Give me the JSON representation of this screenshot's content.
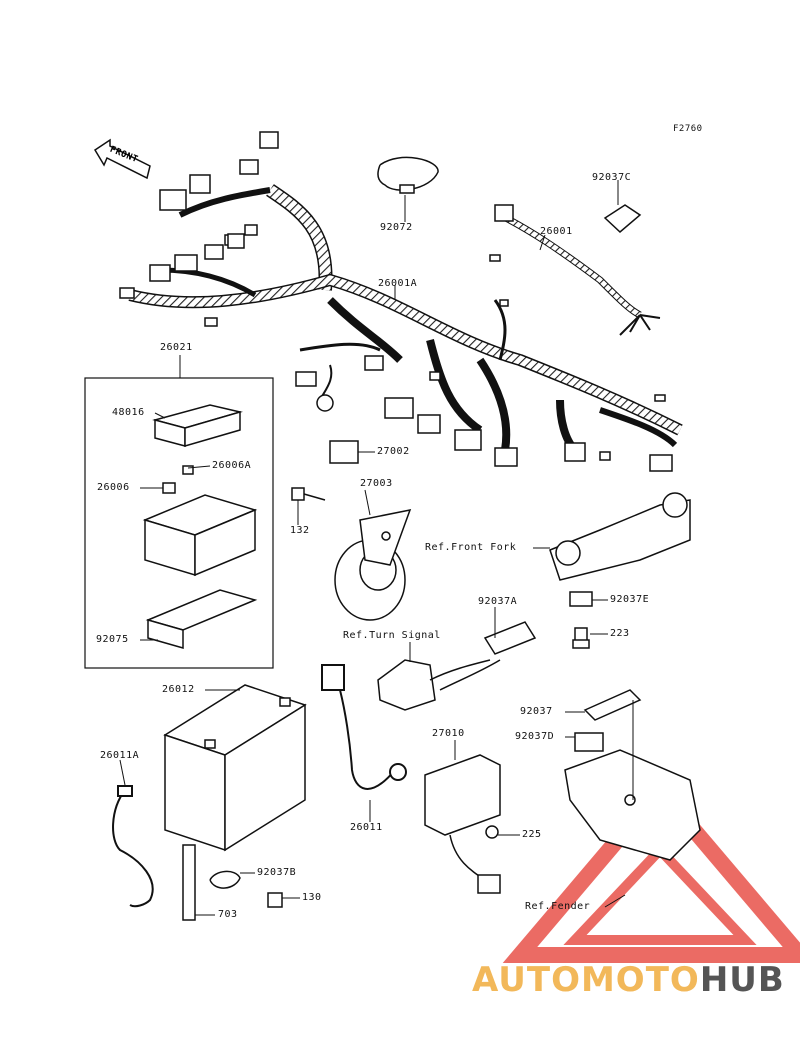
{
  "figure_code": "F2760",
  "front_label": "FRONT",
  "parts": {
    "p92072": "92072",
    "p92037C": "92037C",
    "p26001": "26001",
    "p26001A": "26001A",
    "p26021": "26021",
    "p48016": "48016",
    "p26006A": "26006A",
    "p26006": "26006",
    "p92075": "92075",
    "p27002": "27002",
    "p27003": "27003",
    "p132": "132",
    "p92037A": "92037A",
    "p92037E": "92037E",
    "p223": "223",
    "p26012": "26012",
    "p26011A": "26011A",
    "p92037B": "92037B",
    "p130": "130",
    "p703": "703",
    "p26011": "26011",
    "p27010": "27010",
    "p225": "225",
    "p92037": "92037",
    "p92037D": "92037D"
  },
  "refs": {
    "front_fork": "Ref.Front Fork",
    "turn_signal": "Ref.Turn Signal",
    "fender": "Ref.Fender"
  },
  "watermark": {
    "part1": "AUTOMOTO",
    "part2": "HUB",
    "color_main": "#f2b85a",
    "color_tri": "#e8524a",
    "color_dark": "#555555"
  }
}
